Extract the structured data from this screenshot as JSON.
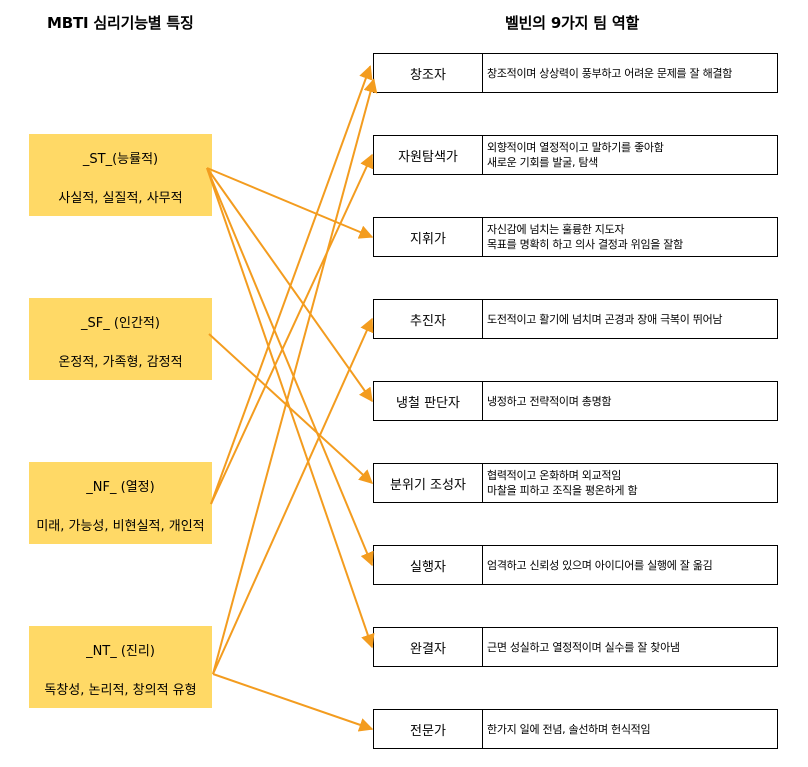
{
  "left_heading": "MBTI 심리기능별 특징",
  "right_heading": "벨빈의 9가지 팀 역할",
  "mbti": [
    {
      "title": "_ST_(능률적)",
      "desc": "사실적, 실질적, 사무적"
    },
    {
      "title": "_SF_ (인간적)",
      "desc": "온정적, 가족형, 감정적"
    },
    {
      "title": "_NF_ (열정)",
      "desc": "미래, 가능성, 비현실적, 개인적"
    },
    {
      "title": "_NT_ (진리)",
      "desc": "독창성, 논리적, 창의적 유형"
    }
  ],
  "roles": [
    {
      "name": "창조자",
      "desc": [
        "창조적이며 상상력이 풍부하고 어려운 문제를 잘 해결함"
      ]
    },
    {
      "name": "자원탐색가",
      "desc": [
        "외향적이며 열정적이고 말하기를 좋아함",
        "새로운 기회를 발굴, 탐색"
      ]
    },
    {
      "name": "지휘가",
      "desc": [
        "자신감에 넘치는 훌륭한 지도자",
        "목표를 명확히 하고 의사 결정과 위임을 잘함"
      ]
    },
    {
      "name": "추진자",
      "desc": [
        "도전적이고 활기에 넘치며 곤경과 장애 극복이 뛰어남"
      ]
    },
    {
      "name": "냉철 판단자",
      "desc": [
        "냉정하고 전략적이며 총명함"
      ]
    },
    {
      "name": "분위기 조성자",
      "desc": [
        "협력적이고 온화하며 외교적임",
        "마찰을 피하고 조직을 평온하게 함"
      ]
    },
    {
      "name": "실행자",
      "desc": [
        "엄격하고 신뢰성 있으며 아이디어를 실행에 잘 옮김"
      ]
    },
    {
      "name": "완결자",
      "desc": [
        "근면 성실하고 열정적이며 실수를 잘 찾아냄"
      ]
    },
    {
      "name": "전문가",
      "desc": [
        "한가지 일에 전념, 솔선하며 헌식적임"
      ]
    }
  ],
  "connections": [
    {
      "from": 0,
      "to": 2
    },
    {
      "from": 0,
      "to": 4
    },
    {
      "from": 0,
      "to": 6
    },
    {
      "from": 0,
      "to": 7
    },
    {
      "from": 1,
      "to": 5
    },
    {
      "from": 2,
      "to": 0
    },
    {
      "from": 2,
      "to": 1
    },
    {
      "from": 3,
      "to": 0
    },
    {
      "from": 3,
      "to": 3
    },
    {
      "from": 3,
      "to": 8
    }
  ],
  "colors": {
    "mbti_fill": "#FFD966",
    "arrow": "#F39C1F",
    "border": "#000000"
  }
}
